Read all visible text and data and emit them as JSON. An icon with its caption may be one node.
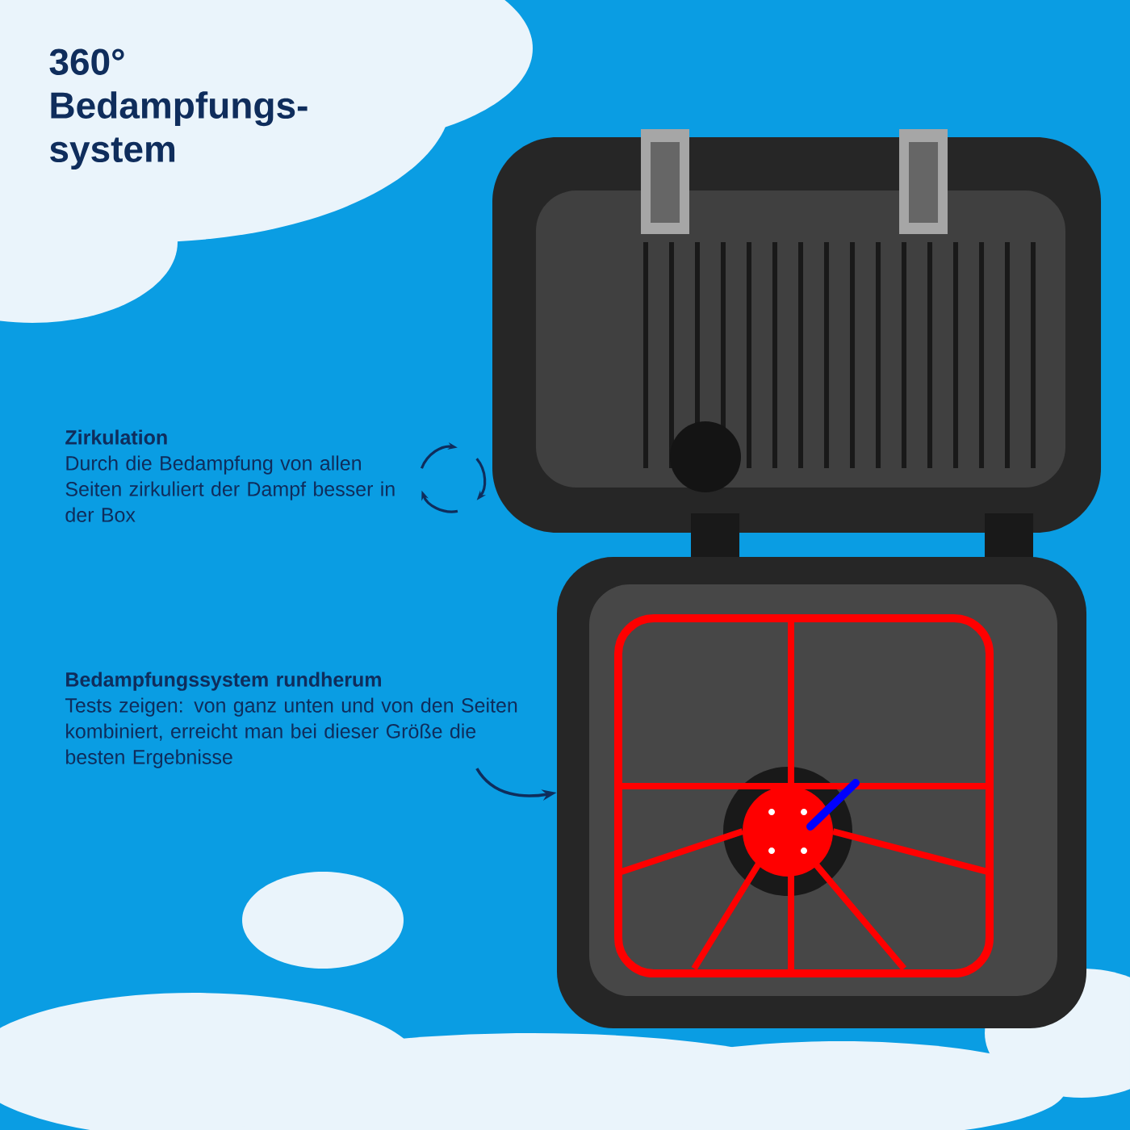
{
  "diagram": {
    "title": "360° Bedampfungs- system",
    "nodes": [
      {
        "text": [
          "Zirkulation",
          "Durch die Bedampfung von allen Seiten zirkuliert der Dampf besser in der Box"
        ]
      },
      {
        "text": [
          "Bedampfungssystem rundherum",
          "Tests zeigen: von ganz unten und von den Seiten kombiniert, erreicht man bei dieser Größe die besten Ergebnisse"
        ]
      },
      {
        "text": [],
        "shape": "picture"
      }
    ],
    "edges": [
      {
        "from": 1,
        "to": 2,
        "arrow": "to"
      }
    ]
  }
}
